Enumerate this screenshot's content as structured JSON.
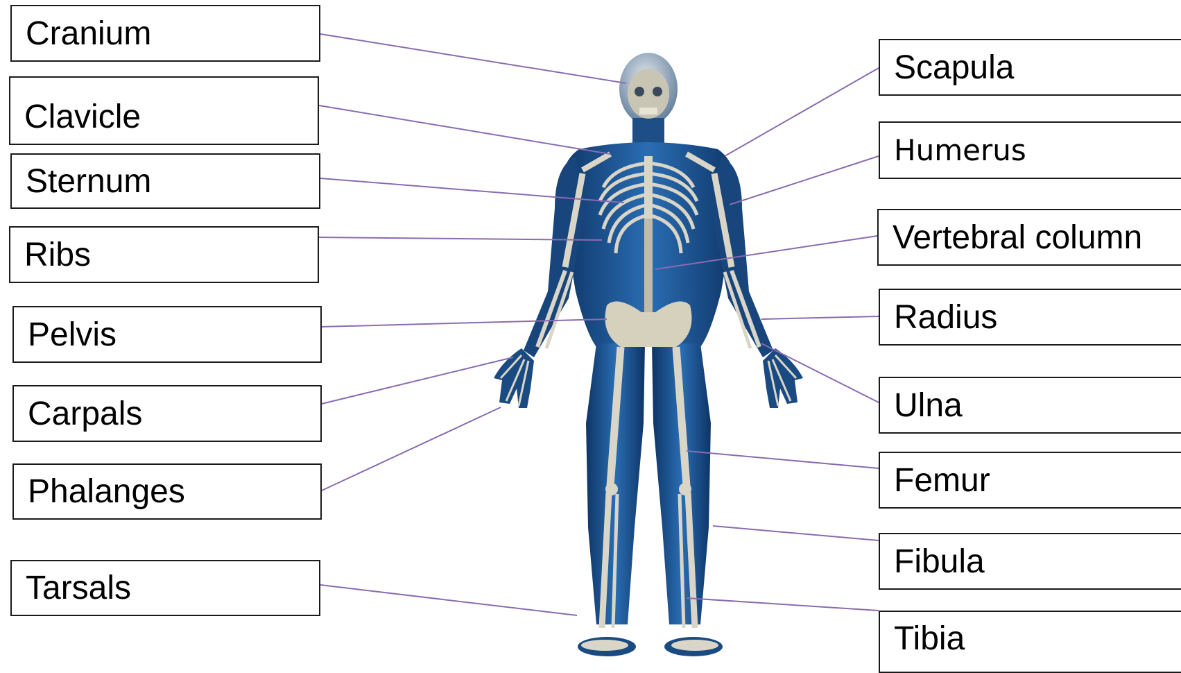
{
  "labels": {
    "left": [
      "Cranium",
      "Clavicle",
      "Sternum",
      "Ribs",
      "Pelvis",
      "Carpals",
      "Phalanges",
      "Tarsals"
    ],
    "right": [
      "Scapula",
      "Humerus",
      "Vertebral column",
      "Radius",
      "Ulna",
      "Femur",
      "Fibula",
      "Tibia"
    ]
  },
  "colors": {
    "body_blue": "#1d4f8a",
    "body_dark": "#0d2d57",
    "bone": "#d9d6c8",
    "leader_line": "#8a6bb0"
  }
}
